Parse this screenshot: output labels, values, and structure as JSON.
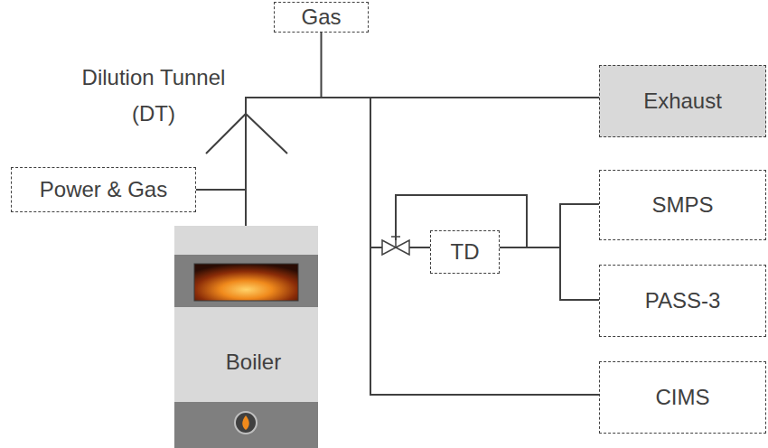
{
  "diagram": {
    "nodes": [
      {
        "text": [
          "Gas"
        ]
      },
      {
        "text": [
          "Exhaust"
        ]
      },
      {
        "text": [
          "Power & Gas"
        ]
      },
      {
        "text": [
          "SMPS"
        ]
      },
      {
        "text": [
          "TD"
        ]
      },
      {
        "text": [
          "PASS-3"
        ]
      },
      {
        "text": [
          "Boiler"
        ]
      },
      {
        "text": [
          "CIMS"
        ]
      }
    ],
    "edges": [
      {
        "from": 6,
        "to": 1,
        "arrow": "none"
      },
      {
        "from": 0,
        "to": 1,
        "arrow": "none"
      },
      {
        "from": 2,
        "to": 6,
        "arrow": "none"
      },
      {
        "from": 6,
        "to": 4,
        "arrow": "none"
      },
      {
        "from": 4,
        "to": 3,
        "arrow": "none"
      },
      {
        "from": 4,
        "to": 5,
        "arrow": "none"
      },
      {
        "from": 6,
        "to": 7,
        "arrow": "none"
      }
    ],
    "labels": [
      "Dilution Tunnel (DT)"
    ]
  }
}
